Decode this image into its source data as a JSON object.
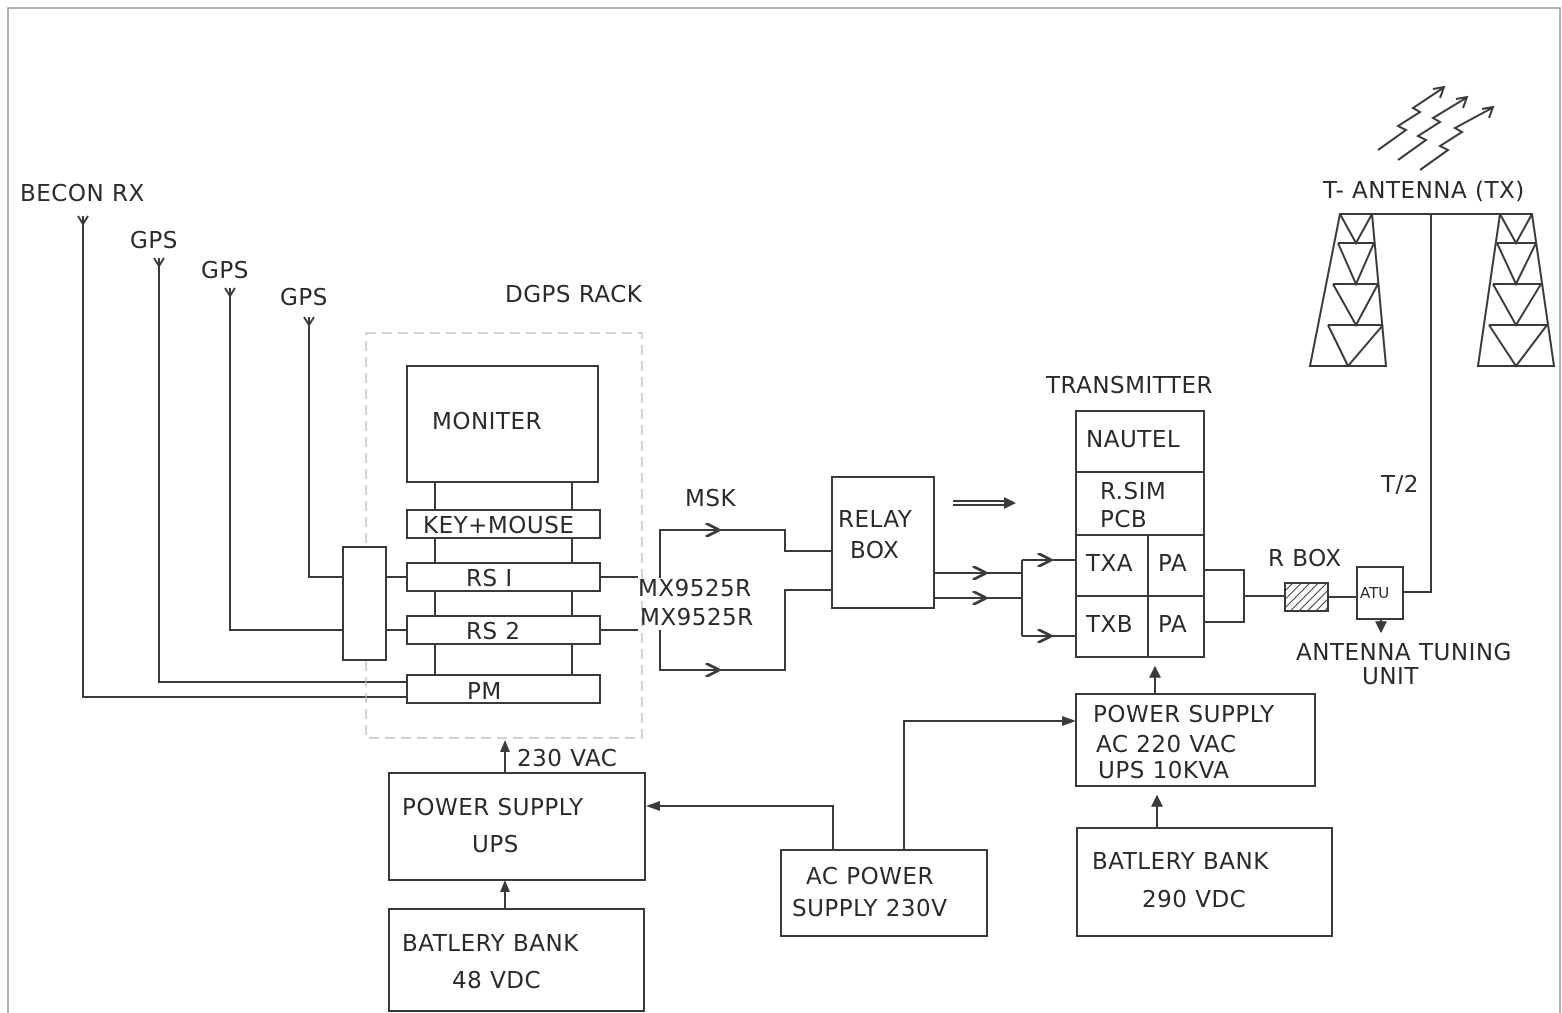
{
  "labels": {
    "becon_rx": "BECON RX",
    "gps_1": "GPS",
    "gps_2": "GPS",
    "gps_3": "GPS",
    "dgps_rack": "DGPS RACK",
    "moniter": "MONITER",
    "key_mouse": "KEY+MOUSE",
    "rs1": "RS I",
    "rs2": "RS 2",
    "pm": "PM",
    "msk": "MSK",
    "mx1": "MX9525R",
    "mx2": "MX9525R",
    "relay_box_1": "RELAY",
    "relay_box_2": "BOX",
    "transmitter": "TRANSMITTER",
    "nautel": "NAUTEL",
    "rsim_1": "R.SIM",
    "rsim_2": "PCB",
    "txa": "TXA",
    "txb": "TXB",
    "pa_a": "PA",
    "pa_b": "PA",
    "r_box": "R BOX",
    "atu": "ATU",
    "t2": "T/2",
    "antenna_title": "T- ANTENNA (TX)",
    "atu_caption_1": "ANTENNA TUNING",
    "atu_caption_2": "UNIT",
    "vac_230": "230 VAC",
    "ps_ups_1": "POWER SUPPLY",
    "ps_ups_2": "UPS",
    "bat48_1": "BATLERY BANK",
    "bat48_2": "48 VDC",
    "ac_ps_1": "AC POWER",
    "ac_ps_2": "SUPPLY 230V",
    "ps_tx_1": "POWER SUPPLY",
    "ps_tx_2": "AC 220 VAC",
    "ps_tx_3": "UPS 10KVA",
    "bat290_1": "BATLERY BANK",
    "bat290_2": "290 VDC"
  }
}
